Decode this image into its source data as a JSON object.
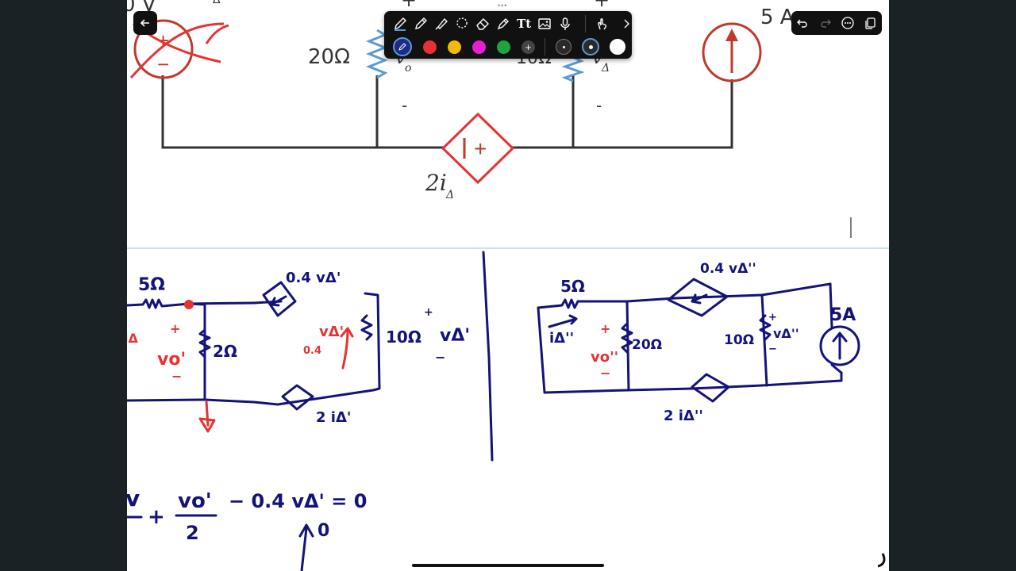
{
  "toolbar": {
    "tools": [
      "pen-icon",
      "pencil-icon",
      "highlighter-icon",
      "lasso-icon",
      "eraser-icon",
      "marker-icon",
      "text-tool-icon",
      "image-icon",
      "microphone-icon",
      "touch-draw-icon",
      "chevron-right-icon"
    ],
    "text_tool_label": "Tt",
    "colors": [
      "#1e2a8a",
      "#e63232",
      "#f5b800",
      "#e81ed0",
      "#1fa53b"
    ],
    "add_color_label": "+"
  },
  "history": {
    "undo": "undo-icon",
    "redo": "redo-icon",
    "more": "more-icon",
    "pages": "pages-icon"
  },
  "top_circuit": {
    "src_voltage_partial": "0 V",
    "delta_partial": "Δ",
    "r20": "20Ω",
    "vo_label": "v",
    "vo_sub": "o",
    "r10_partial": "10Ω",
    "vdelta_label": "v",
    "vdelta_sub": "Δ",
    "current_source": "5 A",
    "dep_source_label": "2i",
    "dep_source_sub": "Δ",
    "plus": "+",
    "minus": "-"
  },
  "left_sketch": {
    "r5": "5Ω",
    "dep_v": "0.4 vΔ'",
    "r2": "2Ω",
    "r10": "10Ω",
    "vdelta": "vΔ'",
    "dep_i": "2 iΔ'",
    "red_vo": "vo'",
    "red_vdelta": "vΔ'",
    "red_coef": "0.4",
    "red_idelta": "iΔ",
    "plus": "+",
    "minus": "−"
  },
  "right_sketch": {
    "dep_v": "0.4 vΔ''",
    "r5": "5Ω",
    "idelta": "iΔ''",
    "vo": "vo''",
    "r20": "20Ω",
    "r10": "10Ω",
    "vdelta": "vΔ''",
    "current_source": "5A",
    "dep_i": "2 iΔ''"
  },
  "equation": {
    "term1": "v",
    "frac_num": "vo'",
    "frac_den": "2",
    "rest": "− 0.4 vΔ' = 0",
    "zero_note": "0"
  }
}
